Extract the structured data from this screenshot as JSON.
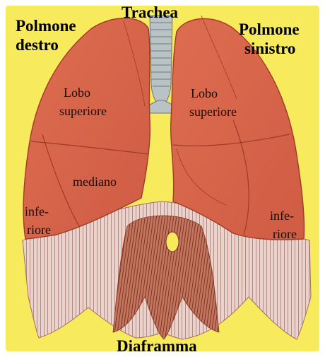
{
  "labels": {
    "trachea": "Trachea",
    "right_lung_line1": "Polmone",
    "right_lung_line2": "destro",
    "left_lung_line1": "Polmone",
    "left_lung_line2": "sinistro",
    "diaphragm": "Diaframma",
    "right_upper_line1": "Lobo",
    "right_upper_line2": "superiore",
    "right_middle": "mediano",
    "right_lower_line1": "infe-",
    "right_lower_line2": "riore",
    "left_upper_line1": "Lobo",
    "left_upper_line2": "superiore",
    "left_lower_line1": "infe-",
    "left_lower_line2": "riore"
  },
  "colors": {
    "background": "#f7ea5c",
    "lung": "#d8664c",
    "lung_dark": "#9e3a28",
    "diaphragm": "#e8cfc8",
    "diaphragm_line": "#a96e62",
    "trachea": "#b9c2c4",
    "text": "#000000"
  }
}
